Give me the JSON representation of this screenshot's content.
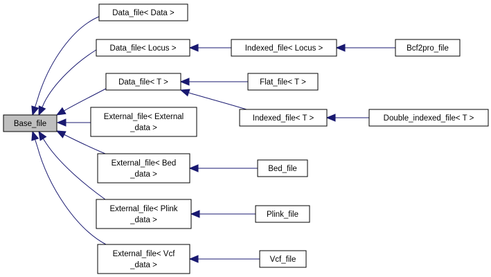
{
  "colors": {
    "edge": "#191970",
    "box_border": "#000000",
    "box_fill": "#ffffff",
    "highlight_fill": "#bfbfbf"
  },
  "nodes": [
    {
      "id": "base_file",
      "lines": [
        "Base_file"
      ],
      "highlight": true
    },
    {
      "id": "data_file_data",
      "lines": [
        "Data_file< Data >"
      ]
    },
    {
      "id": "data_file_locus",
      "lines": [
        "Data_file< Locus >"
      ]
    },
    {
      "id": "data_file_t",
      "lines": [
        "Data_file< T >"
      ]
    },
    {
      "id": "external_file_external",
      "lines": [
        "External_file< External",
        "_data >"
      ]
    },
    {
      "id": "external_file_bed",
      "lines": [
        "External_file< Bed",
        "_data >"
      ]
    },
    {
      "id": "external_file_plink",
      "lines": [
        "External_file< Plink",
        "_data >"
      ]
    },
    {
      "id": "external_file_vcf",
      "lines": [
        "External_file< Vcf",
        "_data >"
      ]
    },
    {
      "id": "indexed_file_locus",
      "lines": [
        "Indexed_file< Locus >"
      ]
    },
    {
      "id": "bcf2pro_file",
      "lines": [
        "Bcf2pro_file"
      ]
    },
    {
      "id": "flat_file_t",
      "lines": [
        "Flat_file< T >"
      ]
    },
    {
      "id": "indexed_file_t",
      "lines": [
        "Indexed_file< T >"
      ]
    },
    {
      "id": "double_indexed_file_t",
      "lines": [
        "Double_indexed_file< T >"
      ]
    },
    {
      "id": "bed_file",
      "lines": [
        "Bed_file"
      ]
    },
    {
      "id": "plink_file",
      "lines": [
        "Plink_file"
      ]
    },
    {
      "id": "vcf_file",
      "lines": [
        "Vcf_file"
      ]
    }
  ],
  "edges": [
    {
      "from": "data_file_data",
      "to": "base_file"
    },
    {
      "from": "data_file_locus",
      "to": "base_file"
    },
    {
      "from": "data_file_t",
      "to": "base_file"
    },
    {
      "from": "external_file_external",
      "to": "base_file"
    },
    {
      "from": "external_file_bed",
      "to": "base_file"
    },
    {
      "from": "external_file_plink",
      "to": "base_file"
    },
    {
      "from": "external_file_vcf",
      "to": "base_file"
    },
    {
      "from": "indexed_file_locus",
      "to": "data_file_locus"
    },
    {
      "from": "bcf2pro_file",
      "to": "indexed_file_locus"
    },
    {
      "from": "flat_file_t",
      "to": "data_file_t"
    },
    {
      "from": "indexed_file_t",
      "to": "data_file_t"
    },
    {
      "from": "double_indexed_file_t",
      "to": "indexed_file_t"
    },
    {
      "from": "bed_file",
      "to": "external_file_bed"
    },
    {
      "from": "plink_file",
      "to": "external_file_plink"
    },
    {
      "from": "vcf_file",
      "to": "external_file_vcf"
    }
  ]
}
